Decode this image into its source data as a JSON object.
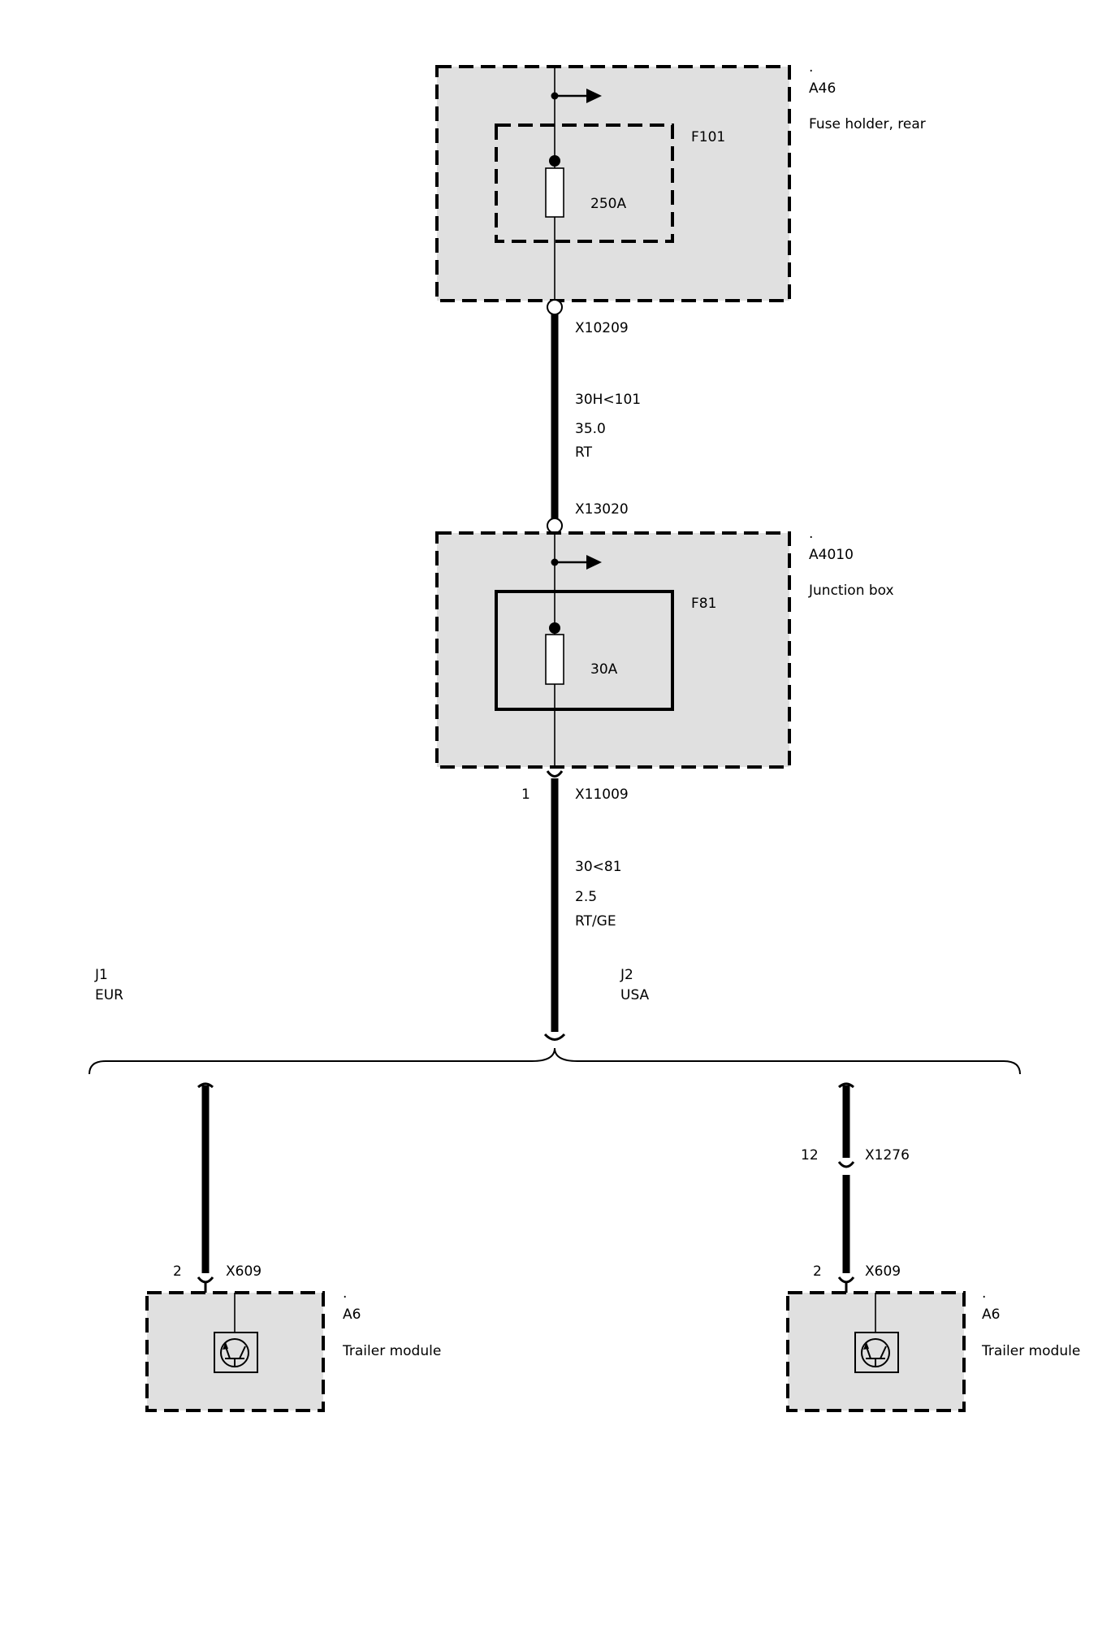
{
  "components": {
    "fuse_holder": {
      "dot": ".",
      "ref": "A46",
      "name": "Fuse holder, rear",
      "fuse": {
        "ref": "F101",
        "rating": "250A"
      }
    },
    "junction_box": {
      "dot": ".",
      "ref": "A4010",
      "name": "Junction box",
      "fuse": {
        "ref": "F81",
        "rating": "30A"
      }
    },
    "trailer_left": {
      "dot": ".",
      "ref": "A6",
      "name": "Trailer module"
    },
    "trailer_right": {
      "dot": ".",
      "ref": "A6",
      "name": "Trailer module"
    }
  },
  "connectors": {
    "upper_top": "X10209",
    "upper_bottom": "X13020",
    "jb_out": {
      "pin": "1",
      "ref": "X11009"
    },
    "left_module": {
      "pin": "2",
      "ref": "X609"
    },
    "right_inline": {
      "pin": "12",
      "ref": "X1276"
    },
    "right_module": {
      "pin": "2",
      "ref": "X609"
    }
  },
  "wires": {
    "upper": {
      "circuit": "30H<101",
      "gauge": "35.0",
      "color": "RT"
    },
    "lower": {
      "circuit": "30<81",
      "gauge": "2.5",
      "color": "RT/GE"
    }
  },
  "variants": {
    "j1": {
      "code": "J1",
      "region": "EUR"
    },
    "j2": {
      "code": "J2",
      "region": "USA"
    }
  },
  "style": {
    "box_fill": "#e0e0e0",
    "line": "#000000"
  }
}
